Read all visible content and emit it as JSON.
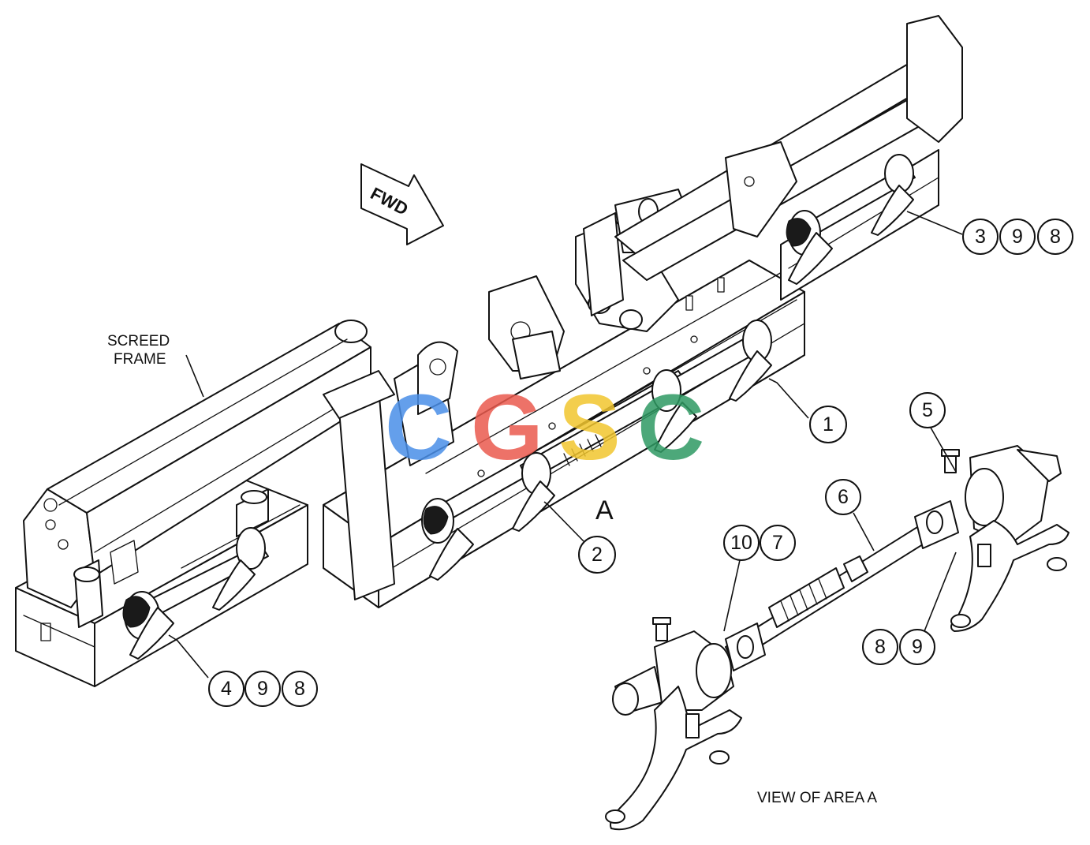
{
  "labels": {
    "screed_frame_line1": "SCREED",
    "screed_frame_line2": "FRAME",
    "fwd": "FWD",
    "area_letter": "A",
    "view_caption": "VIEW OF AREA  A"
  },
  "callouts": {
    "c1": "1",
    "c2": "2",
    "c3_a": "3",
    "c3_b": "9",
    "c3_c": "8",
    "c4_a": "4",
    "c4_b": "9",
    "c4_c": "8",
    "c5": "5",
    "c6": "6",
    "c10_a": "10",
    "c10_b": "7",
    "c8_a": "8",
    "c8_b": "9"
  },
  "watermark": {
    "letters": [
      "C",
      "G",
      "S",
      "C"
    ],
    "colors": [
      "#4a8fe8",
      "#ea5a4e",
      "#f2c62f",
      "#2f9a63"
    ]
  }
}
